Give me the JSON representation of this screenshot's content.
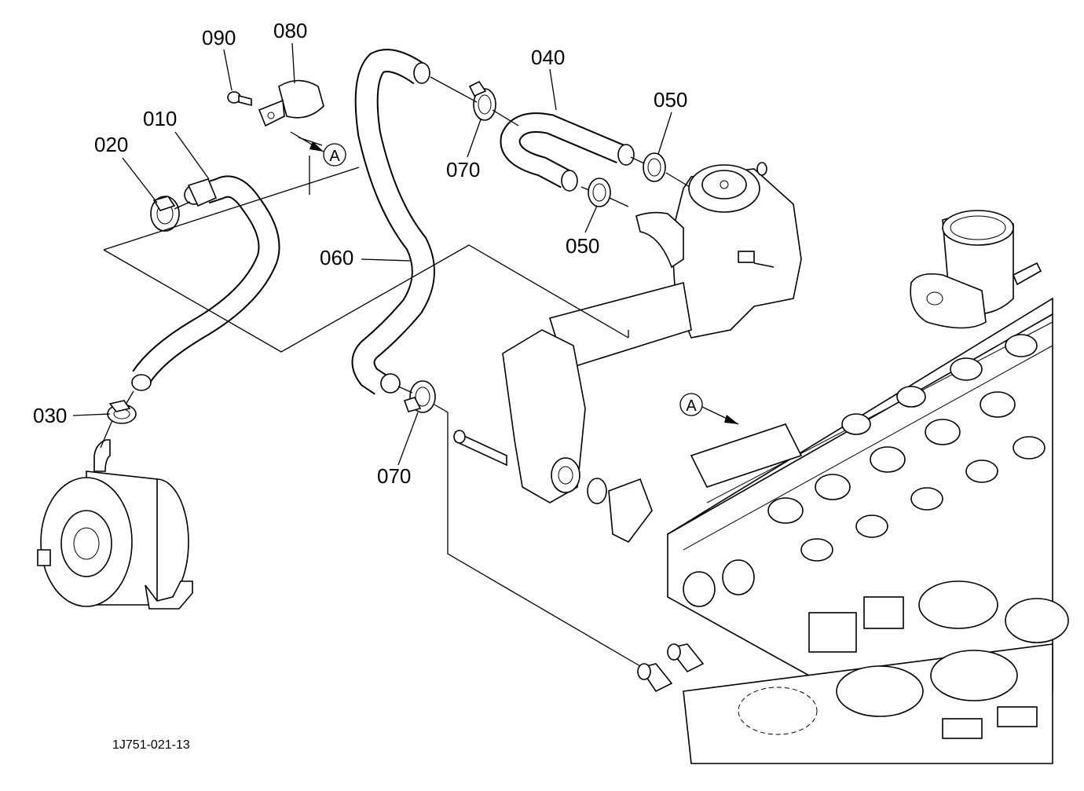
{
  "drawing_code": "1J751-021-13",
  "callouts": {
    "p010": "010",
    "p020": "020",
    "p030": "030",
    "p040": "040",
    "p050a": "050",
    "p050b": "050",
    "p060": "060",
    "p070a": "070",
    "p070b": "070",
    "p080": "080",
    "p090": "090"
  },
  "reference_marks": {
    "a_upper": "A",
    "a_lower": "A"
  }
}
